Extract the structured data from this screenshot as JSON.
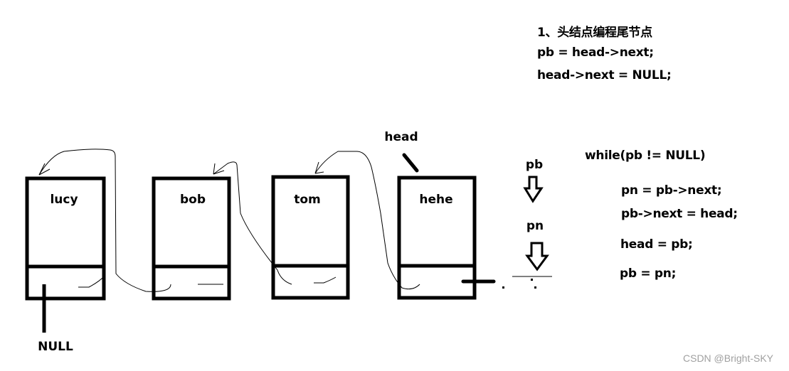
{
  "notes": {
    "step_title": "1、头结点编程尾节点",
    "line1": "pb = head->next;",
    "line2": "head->next = NULL;"
  },
  "loop": {
    "header": "while(pb != NULL)",
    "body": [
      "pn = pb->next;",
      "pb->next = head;",
      "head = pb;",
      "pb = pn;"
    ]
  },
  "nodes": [
    "lucy",
    "bob",
    "tom",
    "hehe"
  ],
  "pointers": {
    "head": "head",
    "pb": "pb",
    "pn": "pn",
    "null": "NULL"
  },
  "watermark": "CSDN @Bright-SKY"
}
